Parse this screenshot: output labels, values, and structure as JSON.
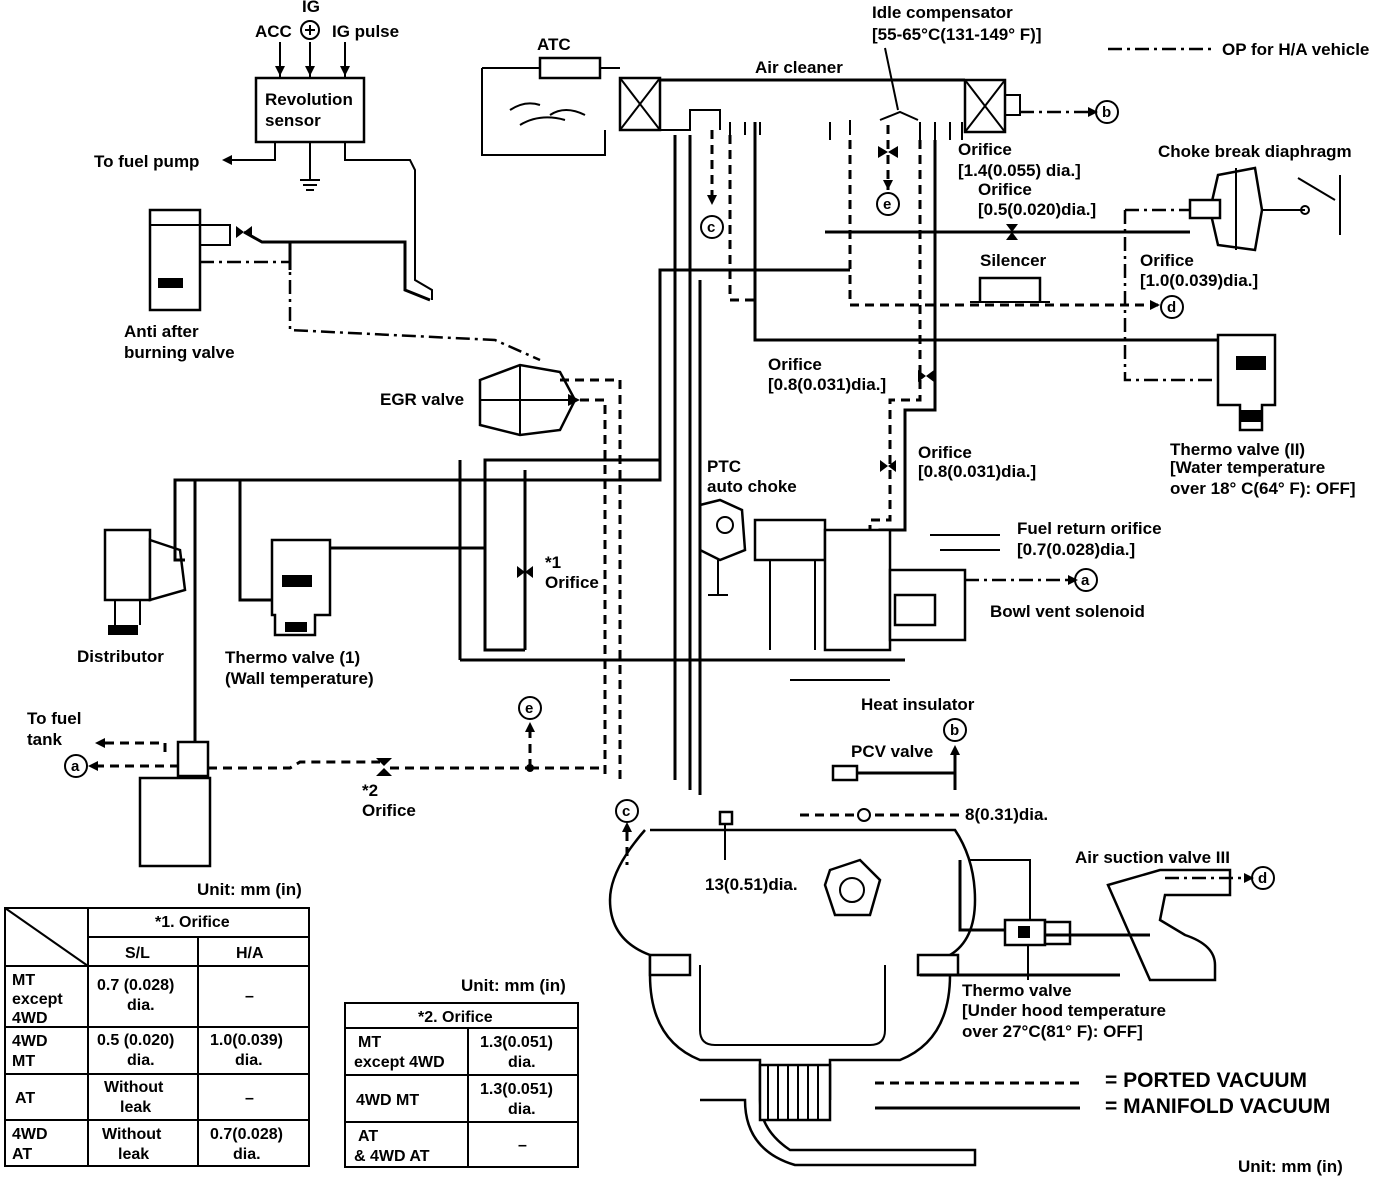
{
  "labels": {
    "ig": "IG",
    "acc": "ACC",
    "ig_pulse": "IG pulse",
    "revolution_sensor_1": "Revolution",
    "revolution_sensor_2": "sensor",
    "to_fuel_pump": "To fuel pump",
    "atc": "ATC",
    "air_cleaner": "Air cleaner",
    "idle_compensator_1": "Idle compensator",
    "idle_compensator_2": "[55-65°C(131-149° F)]",
    "op_for_ha": "OP for H/A vehicle",
    "orifice_1_4_a": "Orifice",
    "orifice_1_4_b": "[1.4(0.055) dia.]",
    "choke_break": "Choke break diaphragm",
    "orifice_0_5_a": "Orifice",
    "orifice_0_5_b": "[0.5(0.020)dia.]",
    "silencer": "Silencer",
    "orifice_1_0_a": "Orifice",
    "orifice_1_0_b": "[1.0(0.039)dia.]",
    "anti_after_1": "Anti after",
    "anti_after_2": "burning valve",
    "orifice_0_8a_a": "Orifice",
    "orifice_0_8a_b": "[0.8(0.031)dia.]",
    "egr_valve": "EGR valve",
    "thermo2_1": "Thermo valve (II)",
    "thermo2_2": "[Water temperature",
    "thermo2_3": "over 18° C(64° F): OFF]",
    "orifice_0_8b_a": "Orifice",
    "orifice_0_8b_b": "[0.8(0.031)dia.]",
    "ptc_1": "PTC",
    "ptc_2": "auto choke",
    "fuel_return_1": "Fuel return orifice",
    "fuel_return_2": "[0.7(0.028)dia.]",
    "star1_orifice_a": "*1",
    "star1_orifice_b": "Orifice",
    "bowl_vent": "Bowl vent solenoid",
    "distributor": "Distributor",
    "thermo1_1": "Thermo valve (1)",
    "thermo1_2": "(Wall temperature)",
    "heat_insulator": "Heat insulator",
    "to_fuel_tank_1": "To fuel",
    "to_fuel_tank_2": "tank",
    "pcv_valve": "PCV valve",
    "star2_orifice_a": "*2",
    "star2_orifice_b": "Orifice",
    "dia_8": "8(0.31)dia.",
    "dia_13": "13(0.51)dia.",
    "air_suction": "Air suction valve III",
    "thermo_uh_1": "Thermo valve",
    "thermo_uh_2": "[Under hood temperature",
    "thermo_uh_3": "over 27°C(81° F): OFF]",
    "unit_1": "Unit: mm (in)",
    "unit_2": "Unit: mm (in)",
    "unit_3": "Unit: mm (in)"
  },
  "connectors": [
    "a",
    "b",
    "c",
    "d",
    "e"
  ],
  "legend": {
    "ported": "= PORTED VACUUM",
    "manifold": "= MANIFOLD VACUUM"
  },
  "table1": {
    "title": "*1. Orifice",
    "col_sl": "S/L",
    "col_ha": "H/A",
    "rows": [
      {
        "h": [
          "MT",
          "except",
          "4WD"
        ],
        "sl": [
          "0.7 (0.028)",
          "dia."
        ],
        "ha": [
          "–"
        ]
      },
      {
        "h": [
          "4WD",
          "MT"
        ],
        "sl": [
          "0.5 (0.020)",
          "dia."
        ],
        "ha": [
          "1.0(0.039)",
          "dia."
        ]
      },
      {
        "h": [
          "AT"
        ],
        "sl": [
          "Without",
          "leak"
        ],
        "ha": [
          "–"
        ]
      },
      {
        "h": [
          "4WD",
          "AT"
        ],
        "sl": [
          "Without",
          "leak"
        ],
        "ha": [
          "0.7(0.028)",
          "dia."
        ]
      }
    ]
  },
  "table2": {
    "title": "*2. Orifice",
    "rows": [
      {
        "h": [
          "MT",
          "except 4WD"
        ],
        "v": [
          "1.3(0.051)",
          "dia."
        ]
      },
      {
        "h": [
          "4WD  MT"
        ],
        "v": [
          "1.3(0.051)",
          "dia."
        ]
      },
      {
        "h": [
          "AT",
          "& 4WD AT"
        ],
        "v": [
          "–"
        ]
      }
    ]
  }
}
